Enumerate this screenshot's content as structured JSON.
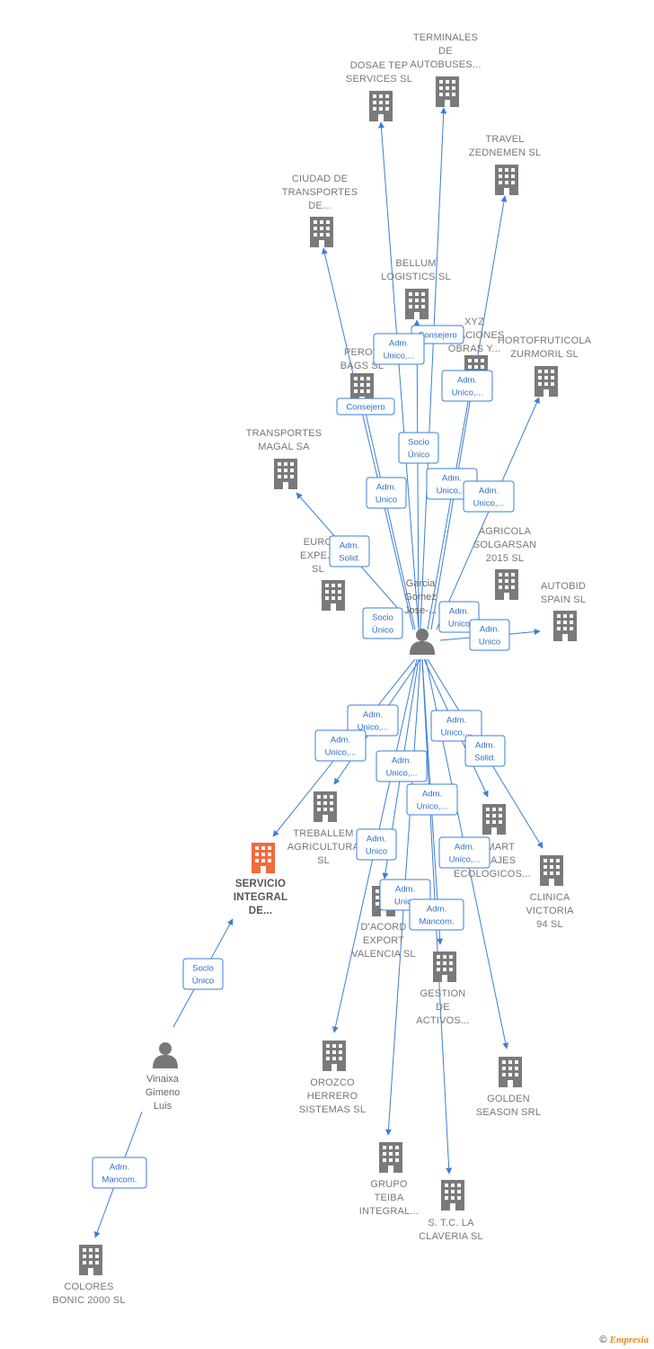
{
  "colors": {
    "edge": "#3a7fd5",
    "company_icon": "#7a7a7a",
    "focus_company_icon": "#f26a3d",
    "person_icon": "#777777",
    "label_text": "#777777",
    "edge_label_text": "#2f6fc4"
  },
  "companies": [
    {
      "id": "dosae",
      "lines": [
        "DOSAE TEP",
        "SERVICES  SL"
      ],
      "focus": false
    },
    {
      "id": "terminales",
      "lines": [
        "TERMINALES",
        "DE",
        "AUTOBUSES..."
      ],
      "focus": false
    },
    {
      "id": "travel",
      "lines": [
        "TRAVEL",
        "ZEDNEMEN  SL"
      ],
      "focus": false
    },
    {
      "id": "ciudad",
      "lines": [
        "CIUDAD DE",
        "TRANSPORTES",
        "DE..."
      ],
      "focus": false
    },
    {
      "id": "bellum",
      "lines": [
        "BELLUM",
        "LOGISTICS SL"
      ],
      "focus": false
    },
    {
      "id": "xyz",
      "lines": [
        "XYZ",
        "...LACIONES",
        "OBRAS Y..."
      ],
      "focus": false
    },
    {
      "id": "hortofruticola",
      "lines": [
        "HORTOFRUTICOLA",
        "ZURMORIL  SL"
      ],
      "focus": false
    },
    {
      "id": "peron",
      "lines": [
        "PERON",
        "BAGS  SL"
      ],
      "focus": false
    },
    {
      "id": "transportes_magal",
      "lines": [
        "TRANSPORTES",
        "MAGAL SA"
      ],
      "focus": false
    },
    {
      "id": "euro",
      "lines": [
        "EURO",
        "EXPE...",
        "SL"
      ],
      "focus": false
    },
    {
      "id": "agricola",
      "lines": [
        "AGRICOLA",
        "SOLGARSAN",
        "2015  SL"
      ],
      "focus": false
    },
    {
      "id": "autobid",
      "lines": [
        "AUTOBID",
        "SPAIN  SL"
      ],
      "focus": false
    },
    {
      "id": "treballem",
      "lines": [
        "TREBALLEM",
        "AGRICULTURA",
        "SL"
      ],
      "focus": false
    },
    {
      "id": "servicio",
      "lines": [
        "SERVICIO",
        "INTEGRAL",
        "DE..."
      ],
      "focus": true
    },
    {
      "id": "omart",
      "lines": [
        "...OMART",
        "...CLAJES",
        "ECOLOGICOS..."
      ],
      "focus": false
    },
    {
      "id": "clinica",
      "lines": [
        "CLINICA",
        "VICTORIA",
        "94 SL"
      ],
      "focus": false
    },
    {
      "id": "dacord",
      "lines": [
        "D'ACORD",
        "EXPORT",
        "VALENCIA  SL"
      ],
      "focus": false
    },
    {
      "id": "gestion",
      "lines": [
        "GESTION",
        "DE",
        "ACTIVOS..."
      ],
      "focus": false
    },
    {
      "id": "orozco",
      "lines": [
        "OROZCO",
        "HERRERO",
        "SISTEMAS  SL"
      ],
      "focus": false
    },
    {
      "id": "golden",
      "lines": [
        "GOLDEN",
        "SEASON SRL"
      ],
      "focus": false
    },
    {
      "id": "grupo",
      "lines": [
        "GRUPO",
        "TEIBA",
        "INTEGRAL..."
      ],
      "focus": false
    },
    {
      "id": "stc",
      "lines": [
        "S. T.C. LA",
        "CLAVERIA  SL"
      ],
      "focus": false
    },
    {
      "id": "colores",
      "lines": [
        "COLORES",
        "BONIC 2000 SL"
      ],
      "focus": false
    }
  ],
  "persons": [
    {
      "id": "garcia",
      "lines": [
        "Garcia",
        "Gomez",
        "Jose-..."
      ]
    },
    {
      "id": "vinaixa",
      "lines": [
        "Vinaixa",
        "Gimeno",
        "Luis"
      ]
    }
  ],
  "edge_labels": [
    {
      "id": "l_consejero_top",
      "lines": [
        "Consejero"
      ]
    },
    {
      "id": "l_adm_unico_1",
      "lines": [
        "Adm.",
        "Unico,..."
      ]
    },
    {
      "id": "l_adm_unico_2",
      "lines": [
        "Adm.",
        "Unico,..."
      ]
    },
    {
      "id": "l_consejero_peron",
      "lines": [
        "Consejero"
      ]
    },
    {
      "id": "l_socio_unico_1",
      "lines": [
        "Socio",
        "Único"
      ]
    },
    {
      "id": "l_adm_unico_3",
      "lines": [
        "Adm.",
        "Unico"
      ]
    },
    {
      "id": "l_adm_unico_4",
      "lines": [
        "Adm.",
        "Unico,..."
      ]
    },
    {
      "id": "l_adm_unico_5",
      "lines": [
        "Adm.",
        "Unico,..."
      ]
    },
    {
      "id": "l_adm_solid_1",
      "lines": [
        "Adm.",
        "Solid."
      ]
    },
    {
      "id": "l_socio_unico_2",
      "lines": [
        "Socio",
        "Único"
      ]
    },
    {
      "id": "l_adm_unico_6",
      "lines": [
        "Adm.",
        "Unico"
      ]
    },
    {
      "id": "l_adm_unico_7",
      "lines": [
        "Adm.",
        "Unico"
      ]
    },
    {
      "id": "l_adm_unico_8",
      "lines": [
        "Adm.",
        "Unico,..."
      ]
    },
    {
      "id": "l_adm_unico_9",
      "lines": [
        "Adm.",
        "Unico,..."
      ]
    },
    {
      "id": "l_adm_unico_10",
      "lines": [
        "Adm.",
        "Unico,..."
      ]
    },
    {
      "id": "l_adm_solid_2",
      "lines": [
        "Adm.",
        "Solid."
      ]
    },
    {
      "id": "l_adm_unico_11",
      "lines": [
        "Adm.",
        "Unico,..."
      ]
    },
    {
      "id": "l_adm_unico_12",
      "lines": [
        "Adm.",
        "Unico,..."
      ]
    },
    {
      "id": "l_adm_unico_13",
      "lines": [
        "Adm.",
        "Unico"
      ]
    },
    {
      "id": "l_adm_unico_14",
      "lines": [
        "Adm.",
        "Unico,..."
      ]
    },
    {
      "id": "l_adm_unico_15",
      "lines": [
        "Adm.",
        "Unico"
      ]
    },
    {
      "id": "l_adm_mancom_1",
      "lines": [
        "Adm.",
        "Mancom."
      ]
    },
    {
      "id": "l_socio_unico_3",
      "lines": [
        "Socio",
        "Único"
      ]
    },
    {
      "id": "l_adm_mancom_2",
      "lines": [
        "Adm.",
        "Mancom."
      ]
    }
  ],
  "footer": {
    "copyright": "©",
    "brand": "Empresia"
  }
}
